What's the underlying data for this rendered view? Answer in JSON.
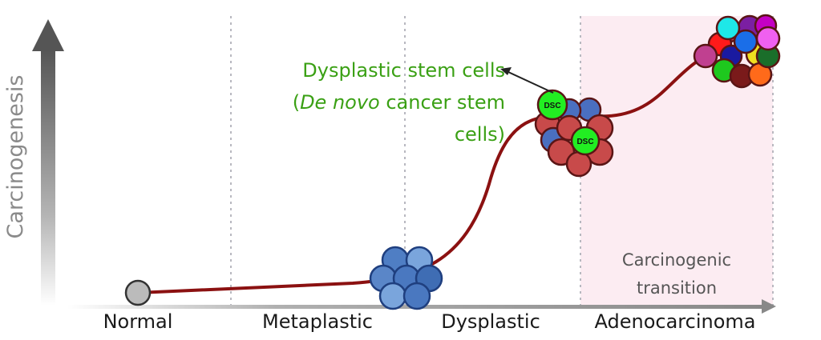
{
  "y_axis_label": "Carcinogenesis",
  "stages": [
    "Normal",
    "Metaplastic",
    "Dysplastic",
    "Adenocarcinoma"
  ],
  "annotation": {
    "line1": "Dysplastic stem cells",
    "line2_open": "(",
    "line2_italic": "De novo",
    "line2_rest": " cancer stem cells)"
  },
  "transition_label": {
    "line1": "Carcinogenic",
    "line2": "transition"
  },
  "cell_label": "DSC",
  "colors": {
    "curve": "#8b1111",
    "normal_cell": "#bbbbbb",
    "metaplastic_cell": "#5a86c8",
    "dysplastic_cell": "#c84a4a",
    "stem_cell": "#22ee22",
    "annotation_text": "#3aa014",
    "transition_region": "#fcecf2",
    "axis": "#888888"
  }
}
